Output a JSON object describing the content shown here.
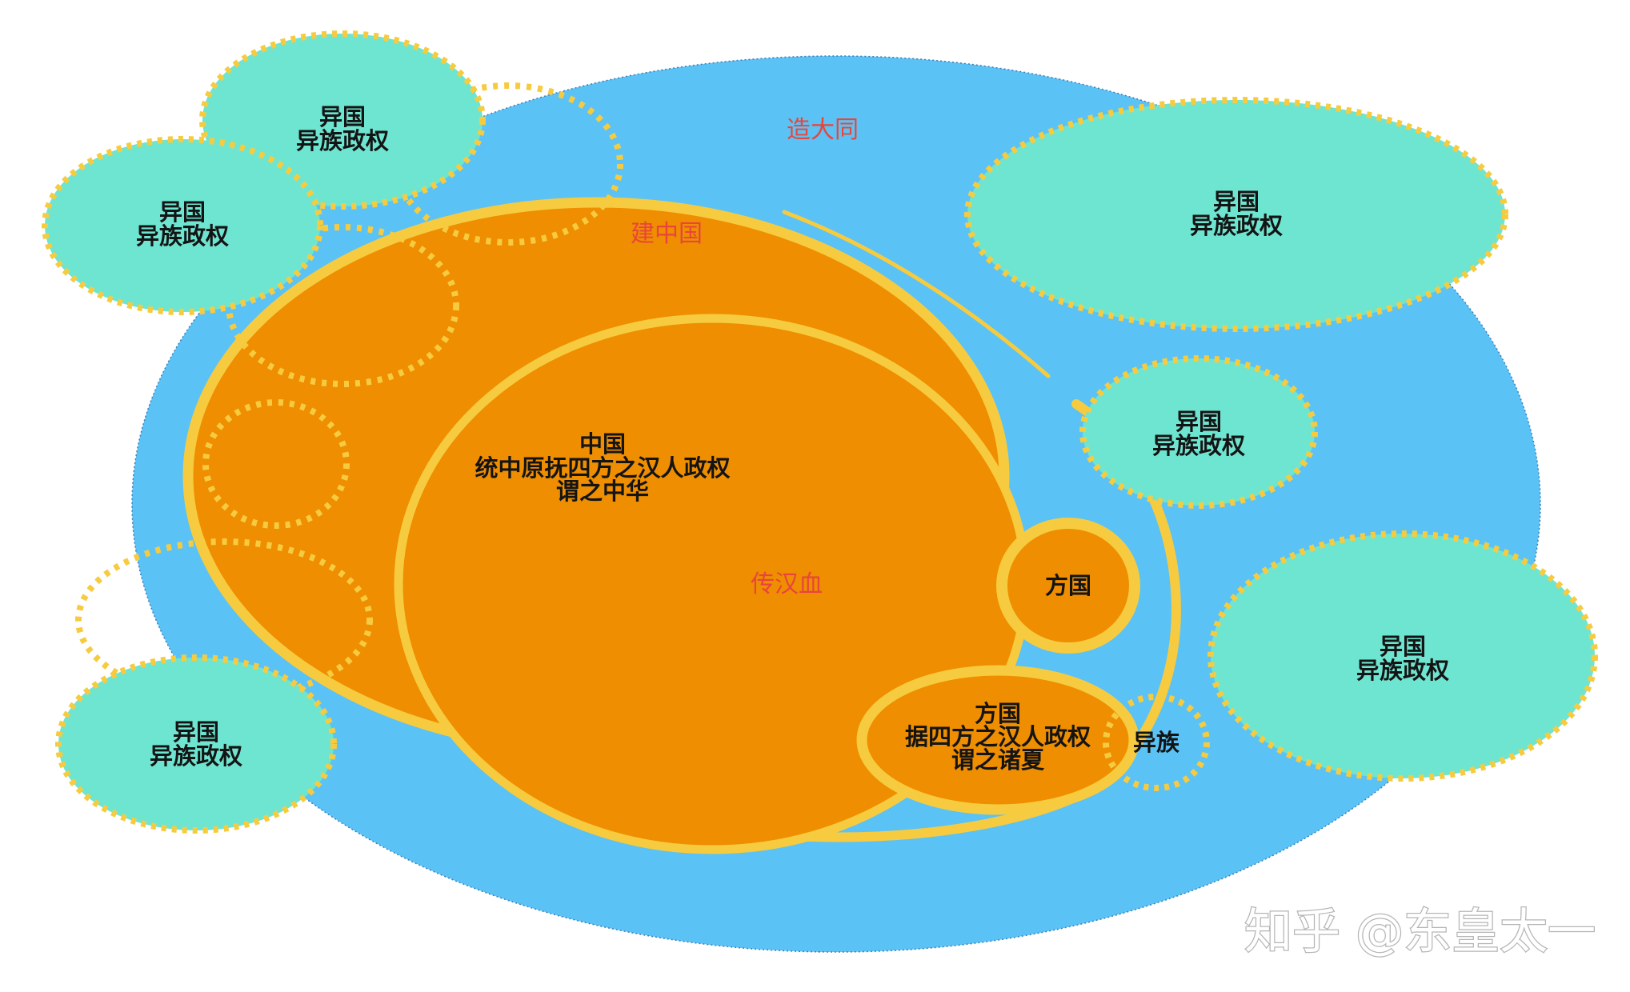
{
  "colors": {
    "outer_blue": "#5bc2f5",
    "teal": "#6ee5d0",
    "orange": "#ee8e00",
    "yellow": "#f7cb3f",
    "red_label": "#e8453c",
    "text": "#141414"
  },
  "labels": {
    "datong": "造大同",
    "jian_zhongguo": "建中国",
    "chuan_hanxue": "传汉血",
    "yizu_small": "异族",
    "fangguo_small": "方国"
  },
  "zhongguo_lines": [
    "中国",
    "统中原抚四方之汉人政权",
    "谓之中华"
  ],
  "fangguo_lines": [
    "方国",
    "据四方之汉人政权",
    "谓之诸夏"
  ],
  "foreign_lines": [
    "异国",
    "异族政权"
  ],
  "watermark": "知乎 @东皇太一"
}
